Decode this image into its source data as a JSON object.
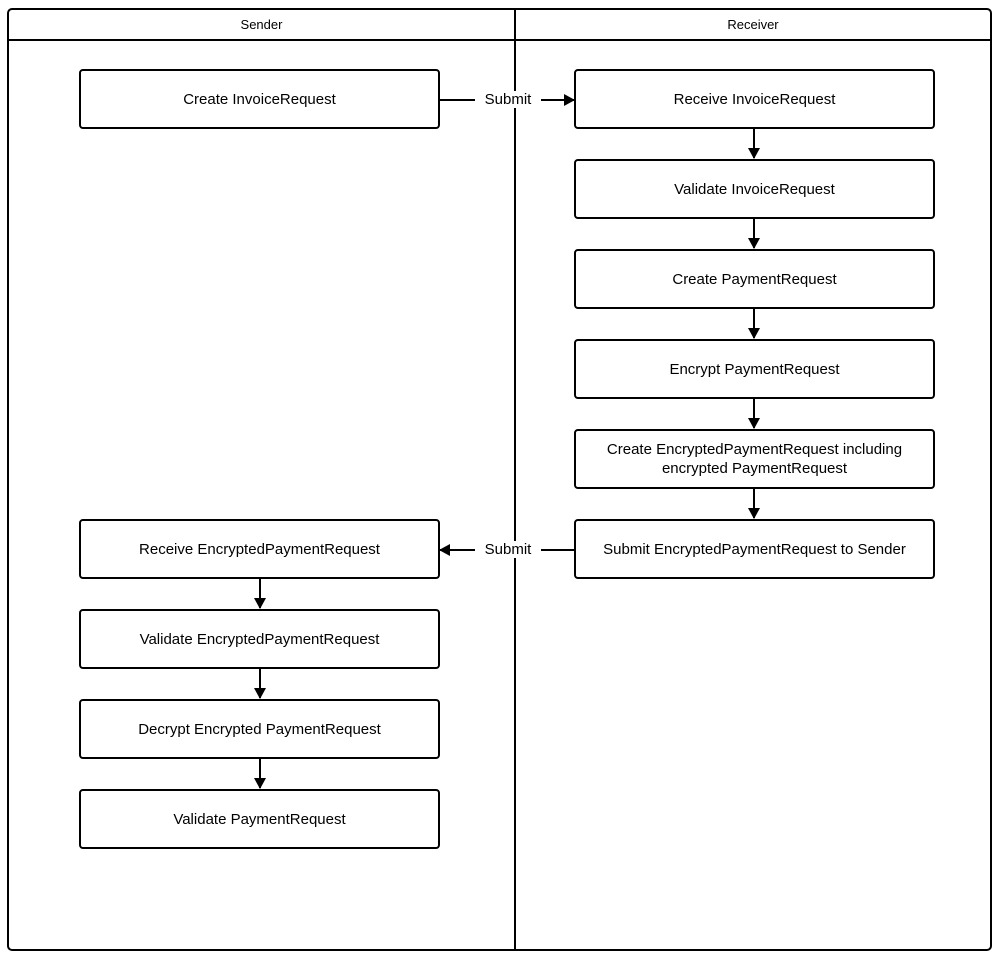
{
  "diagram": {
    "type": "swimlane-flowchart",
    "lanes": [
      {
        "id": "sender",
        "title": "Sender"
      },
      {
        "id": "receiver",
        "title": "Receiver"
      }
    ],
    "nodes": [
      {
        "id": "n1",
        "lane": "sender",
        "label": "Create InvoiceRequest"
      },
      {
        "id": "n2",
        "lane": "receiver",
        "label": "Receive InvoiceRequest"
      },
      {
        "id": "n3",
        "lane": "receiver",
        "label": "Validate InvoiceRequest"
      },
      {
        "id": "n4",
        "lane": "receiver",
        "label": "Create PaymentRequest"
      },
      {
        "id": "n5",
        "lane": "receiver",
        "label": "Encrypt PaymentRequest"
      },
      {
        "id": "n6",
        "lane": "receiver",
        "label": "Create EncryptedPaymentRequest including encrypted PaymentRequest"
      },
      {
        "id": "n7",
        "lane": "receiver",
        "label": "Submit EncryptedPaymentRequest to Sender"
      },
      {
        "id": "n8",
        "lane": "sender",
        "label": "Receive EncryptedPaymentRequest"
      },
      {
        "id": "n9",
        "lane": "sender",
        "label": "Validate EncryptedPaymentRequest"
      },
      {
        "id": "n10",
        "lane": "sender",
        "label": "Decrypt Encrypted PaymentRequest"
      },
      {
        "id": "n11",
        "lane": "sender",
        "label": "Validate PaymentRequest"
      }
    ],
    "edges": [
      {
        "from": "n1",
        "to": "n2",
        "label": "Submit",
        "direction": "right"
      },
      {
        "from": "n2",
        "to": "n3",
        "label": "",
        "direction": "down"
      },
      {
        "from": "n3",
        "to": "n4",
        "label": "",
        "direction": "down"
      },
      {
        "from": "n4",
        "to": "n5",
        "label": "",
        "direction": "down"
      },
      {
        "from": "n5",
        "to": "n6",
        "label": "",
        "direction": "down"
      },
      {
        "from": "n6",
        "to": "n7",
        "label": "",
        "direction": "down"
      },
      {
        "from": "n7",
        "to": "n8",
        "label": "Submit",
        "direction": "left"
      },
      {
        "from": "n8",
        "to": "n9",
        "label": "",
        "direction": "down"
      },
      {
        "from": "n9",
        "to": "n10",
        "label": "",
        "direction": "down"
      },
      {
        "from": "n10",
        "to": "n11",
        "label": "",
        "direction": "down"
      }
    ],
    "edge_labels": {
      "submit_forward": "Submit",
      "submit_return": "Submit"
    },
    "colors": {
      "stroke": "#000000",
      "fill": "#ffffff",
      "text": "#000000"
    }
  }
}
